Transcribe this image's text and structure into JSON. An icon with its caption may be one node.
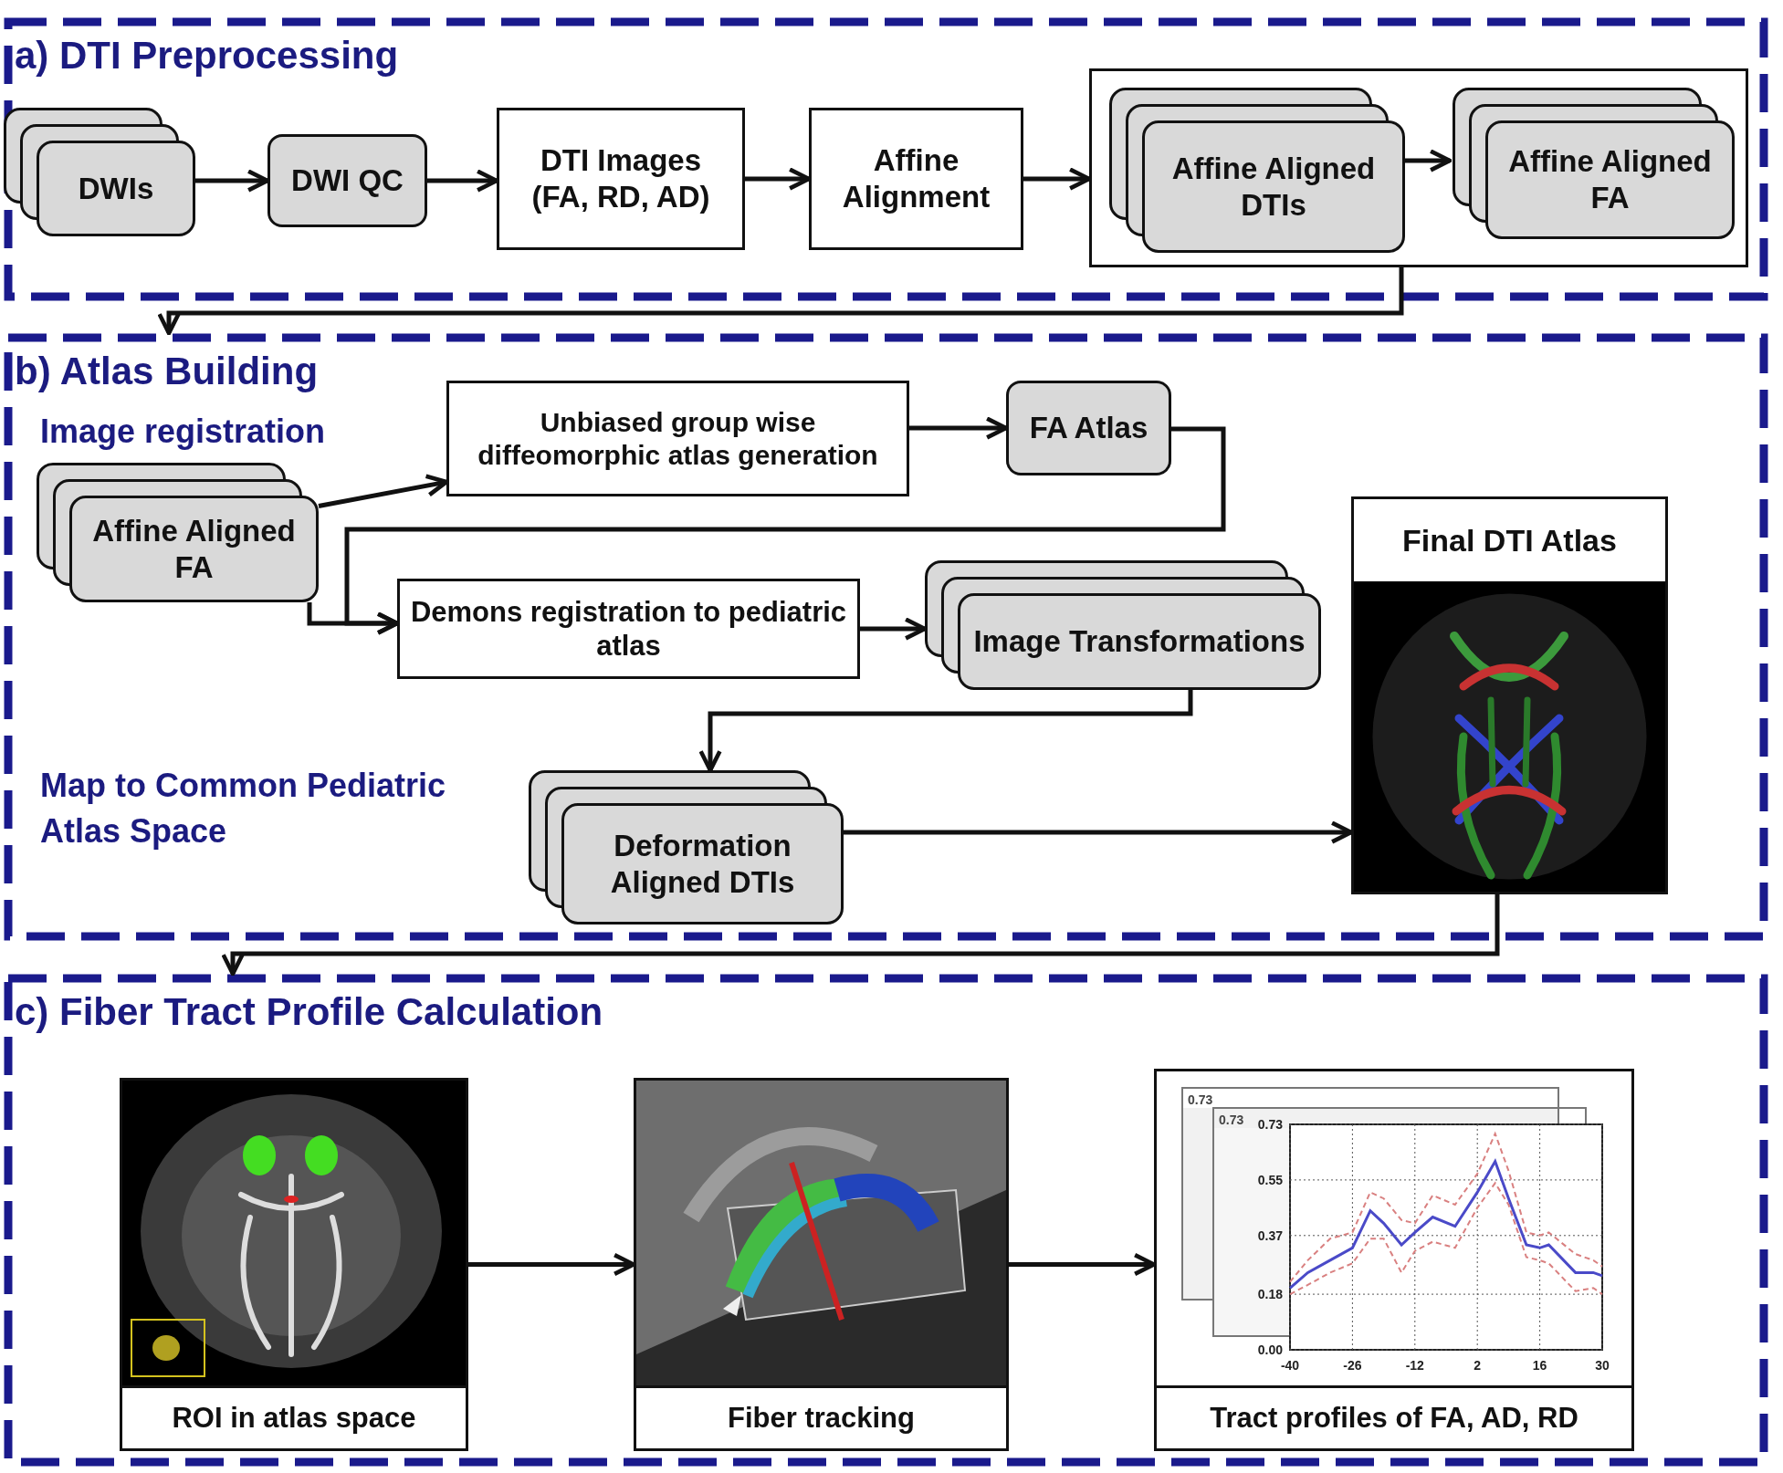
{
  "diagram": {
    "nodes": [
      {
        "text": [
          "a) DTI Preprocessing"
        ]
      },
      {
        "text": [
          "DWIs"
        ],
        "in": 0
      },
      {
        "text": [
          "DWI QC"
        ],
        "in": 0
      },
      {
        "text": [
          "DTI Images (FA, RD, AD)"
        ],
        "in": 0
      },
      {
        "text": [
          "Affine Alignment"
        ],
        "in": 0
      },
      {
        "text": [],
        "shape": "box",
        "in": 0
      },
      {
        "text": [
          "Affine Aligned DTIs"
        ],
        "in": 5
      },
      {
        "text": [
          "Affine Aligned FA"
        ],
        "in": 5
      },
      {
        "text": [
          "b) Atlas Building"
        ]
      },
      {
        "text": [
          "Affine Aligned FA"
        ],
        "in": 8
      },
      {
        "text": [
          "Unbiased group wise diffeomorphic atlas generation"
        ],
        "in": 8
      },
      {
        "text": [
          "FA Atlas"
        ],
        "in": 8
      },
      {
        "text": [
          "Demons registration to pediatric atlas"
        ],
        "in": 8
      },
      {
        "text": [
          "Image Transformations"
        ],
        "in": 8
      },
      {
        "text": [
          "Deformation Aligned DTIs"
        ],
        "in": 8
      },
      {
        "text": [
          "Final DTI Atlas"
        ],
        "in": 8
      },
      {
        "text": [
          "c) Fiber Tract Profile Calculation"
        ]
      },
      {
        "text": [
          "ROI in atlas space"
        ],
        "in": 16
      },
      {
        "text": [
          "Fiber tracking"
        ],
        "in": 16
      },
      {
        "text": [
          "Tract profiles of FA, AD, RD"
        ],
        "in": 16
      }
    ],
    "edges": [
      {
        "from": 1,
        "to": 2,
        "arrow": "to"
      },
      {
        "from": 2,
        "to": 3,
        "arrow": "to"
      },
      {
        "from": 3,
        "to": 4,
        "arrow": "to"
      },
      {
        "from": 4,
        "to": 5,
        "arrow": "to"
      },
      {
        "from": 6,
        "to": 7,
        "arrow": "to"
      },
      {
        "from": 5,
        "to": 8,
        "arrow": "to"
      },
      {
        "from": 9,
        "to": 10,
        "arrow": "to"
      },
      {
        "from": 10,
        "to": 11,
        "arrow": "to"
      },
      {
        "from": 11,
        "to": 12,
        "arrow": "to"
      },
      {
        "from": 9,
        "to": 12,
        "arrow": "to"
      },
      {
        "from": 12,
        "to": 13,
        "arrow": "to"
      },
      {
        "from": 13,
        "to": 14,
        "arrow": "to"
      },
      {
        "from": 14,
        "to": 15,
        "arrow": "to"
      },
      {
        "from": 15,
        "to": 16,
        "arrow": "to"
      },
      {
        "from": 17,
        "to": 18,
        "arrow": "to"
      },
      {
        "from": 18,
        "to": 19,
        "arrow": "to"
      }
    ],
    "labels": [
      "Image registration",
      "Map to Common Pediatric Atlas Space",
      "0.73",
      "0.73"
    ],
    "chart_data": {
      "type": "line",
      "x": [
        -40,
        -36,
        -31,
        -26,
        -22,
        -19,
        -15,
        -12,
        -8,
        -3,
        2,
        6,
        9,
        13,
        16,
        18,
        24,
        28,
        30
      ],
      "series": [
        {
          "color": "#4a4ac8",
          "values": [
            0.2,
            0.25,
            0.29,
            0.33,
            0.45,
            0.41,
            0.34,
            0.38,
            0.43,
            0.4,
            0.51,
            0.61,
            0.49,
            0.34,
            0.33,
            0.34,
            0.25,
            0.25,
            0.24
          ]
        },
        {
          "color": "#d98080",
          "line_style": "dashed",
          "values": [
            0.22,
            0.29,
            0.36,
            0.38,
            0.51,
            0.49,
            0.42,
            0.41,
            0.5,
            0.47,
            0.57,
            0.7,
            0.58,
            0.38,
            0.37,
            0.38,
            0.31,
            0.29,
            0.27
          ]
        },
        {
          "color": "#d98080",
          "line_style": "dashed",
          "values": [
            0.18,
            0.21,
            0.25,
            0.28,
            0.36,
            0.36,
            0.25,
            0.32,
            0.35,
            0.33,
            0.46,
            0.54,
            0.47,
            0.3,
            0.29,
            0.28,
            0.19,
            0.2,
            0.18
          ]
        }
      ],
      "xlim": [
        -40,
        30
      ],
      "ylim": [
        0,
        0.73
      ],
      "xticks": [
        -40,
        -26,
        -12,
        2,
        16,
        30
      ],
      "yticks": [
        {
          "value": 0,
          "label": "0.00"
        },
        0.18,
        0.37,
        0.55,
        0.73
      ],
      "grid": true
    }
  }
}
